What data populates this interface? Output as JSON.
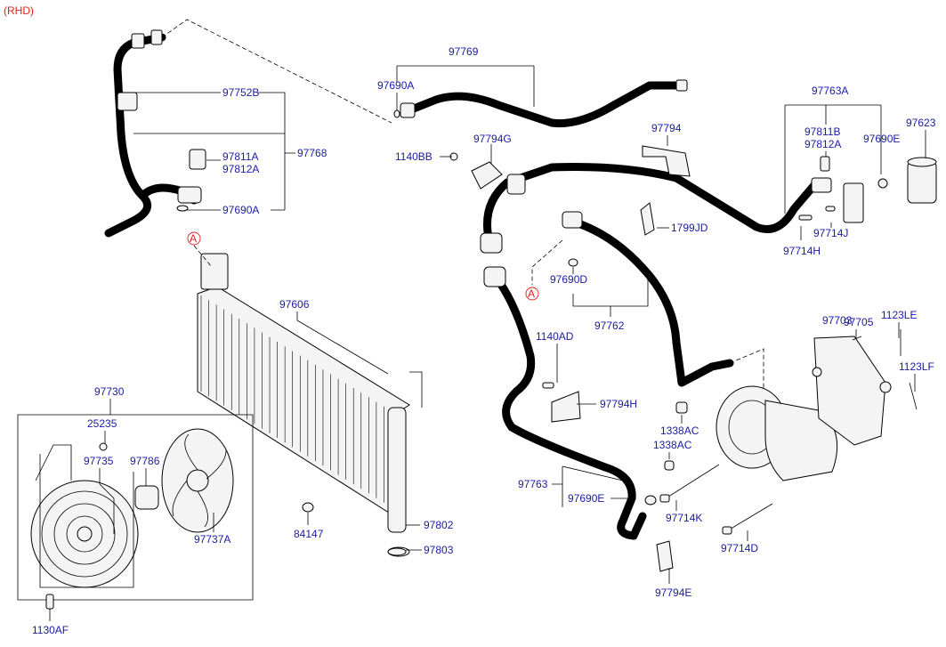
{
  "header": {
    "variant": "(RHD)"
  },
  "markers": {
    "a": "A"
  },
  "callouts": {
    "c97769": "97769",
    "c97690A_top": "97690A",
    "c97752B": "97752B",
    "c97768": "97768",
    "c97811A": "97811A",
    "c97812A": "97812A",
    "c97690A_left": "97690A",
    "c1140BB": "1140BB",
    "c97794G": "97794G",
    "c97794": "97794",
    "c97763A": "97763A",
    "c97811B": "97811B",
    "c97812A_r": "97812A",
    "c97690E_r": "97690E",
    "c97623": "97623",
    "c1799JD": "1799JD",
    "c97714J": "97714J",
    "c97714H": "97714H",
    "c97690D": "97690D",
    "c97762": "97762",
    "c97606": "97606",
    "c97705": "97705",
    "c97703": "97703",
    "c1123LE": "1123LE",
    "c1123LF": "1123LF",
    "c1140AD": "1140AD",
    "c97794H": "97794H",
    "c1338AC_a": "1338AC",
    "c1338AC_b": "1338AC",
    "c97730": "97730",
    "c25235": "25235",
    "c97735": "97735",
    "c97786": "97786",
    "c97737A": "97737A",
    "c84147": "84147",
    "c97802": "97802",
    "c97803": "97803",
    "c97763": "97763",
    "c97690E_b": "97690E",
    "c97714K": "97714K",
    "c97714D": "97714D",
    "c97794E": "97794E",
    "c1130AF": "1130AF"
  }
}
